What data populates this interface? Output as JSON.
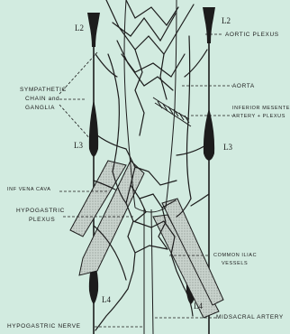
{
  "labels": {
    "aortic_plexus": "AORTIC PLEXUS",
    "aorta": "AORTA",
    "sympathetic_1": "SYMPATHETIC",
    "sympathetic_2": "CHAIN and",
    "sympathetic_3": "GANGLIA",
    "inferior_mesenteric_1": "INFERIOR MESENTERIC",
    "inferior_mesenteric_2": "ARTERY + PLEXUS",
    "inf_vena_cava": "INF VENA CAVA",
    "hypogastric_plexus_1": "HYPOGASTRIC",
    "hypogastric_plexus_2": "PLEXUS",
    "common_iliac_1": "COMMON ILIAC",
    "common_iliac_2": "VESSELS",
    "hypogastric_nerve": "HYPOGASTRIC NERVE",
    "midsacral_artery": "MIDSACRAL ARTERY"
  },
  "vertebral_levels": {
    "l2_left": "L2",
    "l2_right": "L2",
    "l3_left": "L3",
    "l3_right": "L3",
    "l4_left": "L4",
    "l4_right": "L4"
  },
  "colors": {
    "background": "#d2ebe0",
    "ink": "#1c1c1c",
    "stipple": "#bfc7c2"
  }
}
